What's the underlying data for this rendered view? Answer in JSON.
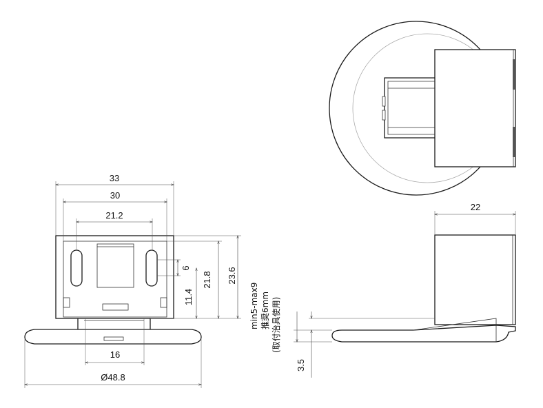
{
  "dimensions": {
    "width_outer": "33",
    "width_inner": "30",
    "slot_pitch": "21.2",
    "slot_height": "6",
    "height_slot_center": "11.4",
    "height_body": "21.8",
    "height_total": "23.6",
    "base_slot_width": "16",
    "base_diameter": "Ø48.8",
    "depth": "22",
    "plate_thickness": "3.5"
  },
  "notes": {
    "thickness_range": "min5-max9",
    "recommended": "推奨6mm",
    "jig_note": "(取付治具使用)"
  }
}
